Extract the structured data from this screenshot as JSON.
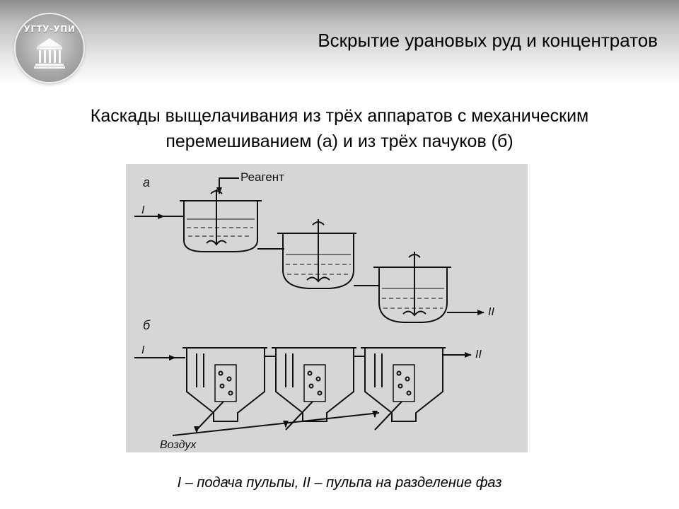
{
  "header": {
    "logo_text": "УГТУ-УПИ",
    "title": "Вскрытие урановых руд и концентратов"
  },
  "slide": {
    "subtitle_line1": "Каскады выщелачивания из трёх аппаратов с механическим",
    "subtitle_line2": "перемешиванием (а) и из трёх пачуков (б)"
  },
  "diagram": {
    "label_a": "а",
    "label_b": "б",
    "reagent_label": "Реагент",
    "feed_label_a": "I",
    "out_label_a": "II",
    "feed_label_b": "I",
    "out_label_b": "II",
    "air_label": "Воздух"
  },
  "caption": "I – подача пульпы, II – пульпа на разделение фаз"
}
